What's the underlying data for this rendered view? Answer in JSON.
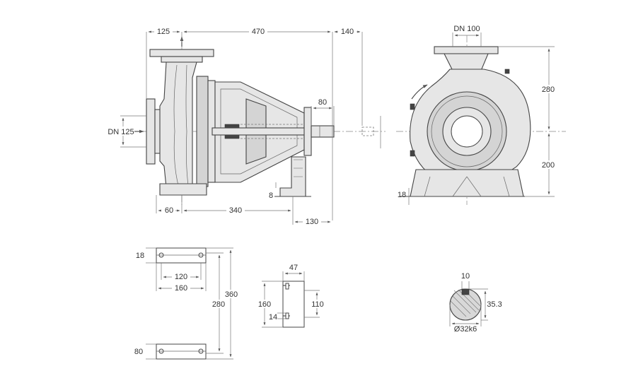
{
  "colors": {
    "line": "#444444",
    "fill": "#e6e6e6",
    "fill_dark": "#d4d4d4",
    "background": "#ffffff"
  },
  "side_view": {
    "dims": {
      "top_left": "125",
      "top_total": "470",
      "top_right": "140",
      "shaft_end": "80",
      "foot_height": "8",
      "bottom_left": "60",
      "bottom_mid": "340",
      "bottom_right": "130"
    },
    "inlet_label": "DN 125"
  },
  "front_view": {
    "outlet_label": "DN 100",
    "dims": {
      "upper_height": "280",
      "lower_height": "200",
      "foot_thickness": "18"
    }
  },
  "base_plan": {
    "dims": {
      "hole_dia": "18",
      "inner_width": "120",
      "outer_width": "160",
      "inner_length": "280",
      "outer_length": "360",
      "end_width": "80"
    }
  },
  "foot_detail": {
    "dims": {
      "width": "47",
      "height": "160",
      "hole_spacing": "110",
      "slot": "14"
    }
  },
  "shaft_section": {
    "dims": {
      "key_width": "10",
      "key_depth": "35.3",
      "diameter": "Ø32k6"
    }
  }
}
